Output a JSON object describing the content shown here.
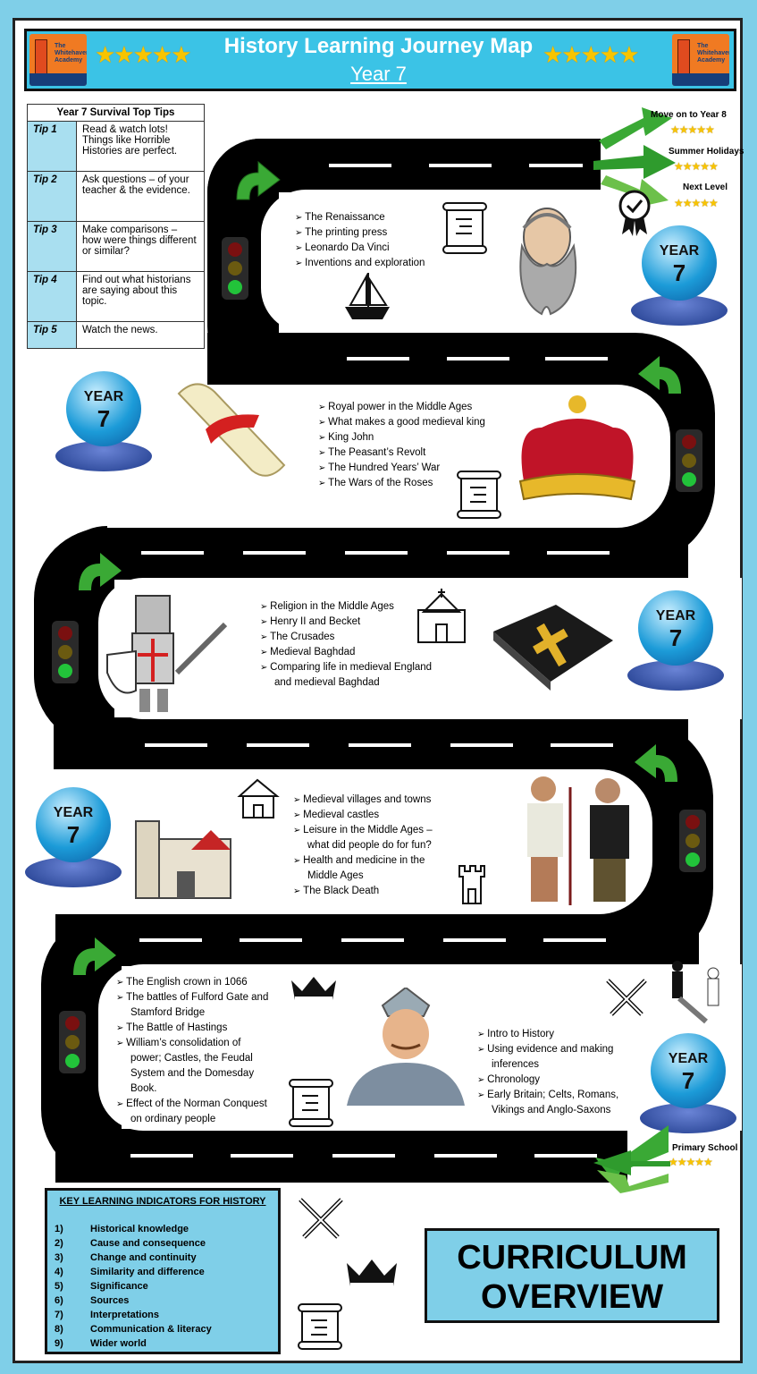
{
  "header": {
    "title": "History Learning Journey Map",
    "subtitle": "Year 7",
    "logo_text": "The Whitehaven Academy",
    "stars": "★★★★★"
  },
  "tips": {
    "title": "Year 7 Survival Top Tips",
    "rows": [
      {
        "label": "Tip 1",
        "text": "Read & watch lots! Things like Horrible Histories are perfect."
      },
      {
        "label": "Tip 2",
        "text": "Ask questions – of your teacher & the evidence."
      },
      {
        "label": "Tip 3",
        "text": "Make comparisons – how were things different or similar?"
      },
      {
        "label": "Tip 4",
        "text": "Find out what historians are saying about this topic."
      },
      {
        "label": "Tip 5",
        "text": "Watch the news."
      }
    ]
  },
  "next_steps": {
    "move_on": "Move on to Year 8",
    "summer": "Summer Holidays",
    "next_level": "Next Level",
    "primary": "Primary School",
    "stars": "★★★★★"
  },
  "year_badge": {
    "label": "YEAR",
    "number": "7"
  },
  "topics": {
    "renaissance": [
      "The Renaissance",
      "The printing press",
      "Leonardo Da Vinci",
      "Inventions and exploration"
    ],
    "kings": [
      "Royal power in the Middle Ages",
      "What makes a good medieval king",
      "King John",
      "The Peasant’s Revolt",
      "The Hundred Years’ War",
      "The Wars of the Roses"
    ],
    "religion": [
      "Religion in the Middle Ages",
      "Henry II and Becket",
      "The Crusades",
      "Medieval Baghdad",
      "Comparing life in medieval England",
      "and medieval Baghdad"
    ],
    "life": [
      "Medieval villages and towns",
      "Medieval castles",
      "Leisure in the Middle Ages –",
      "what did people do for fun?",
      "Health and medicine in the",
      "Middle Ages",
      "The Black Death"
    ],
    "norman": [
      "The English crown in 1066",
      "The battles of Fulford Gate and",
      "Stamford Bridge",
      "The Battle of Hastings",
      "William’s consolidation of",
      "power;  Castles, the Feudal",
      "System and the Domesday",
      "Book.",
      "Effect of the Norman Conquest",
      "on ordinary people"
    ],
    "intro": [
      "Intro to History",
      "Using evidence and making",
      "inferences",
      "Chronology",
      "Early Britain; Celts, Romans,",
      "Vikings and Anglo-Saxons"
    ]
  },
  "key_indicators": {
    "title": "KEY LEARNING INDICATORS FOR HISTORY",
    "items": [
      {
        "n": "1)",
        "t": "Historical knowledge"
      },
      {
        "n": "2)",
        "t": "Cause and consequence"
      },
      {
        "n": "3)",
        "t": "Change and continuity"
      },
      {
        "n": "4)",
        "t": "Similarity and difference"
      },
      {
        "n": "5)",
        "t": "Significance"
      },
      {
        "n": "6)",
        "t": "Sources"
      },
      {
        "n": "7)",
        "t": "Interpretations"
      },
      {
        "n": "8)",
        "t": "Communication & literacy"
      },
      {
        "n": "9)",
        "t": "Wider world"
      }
    ]
  },
  "overview": {
    "line1": "CURRICULUM",
    "line2": "OVERVIEW"
  }
}
